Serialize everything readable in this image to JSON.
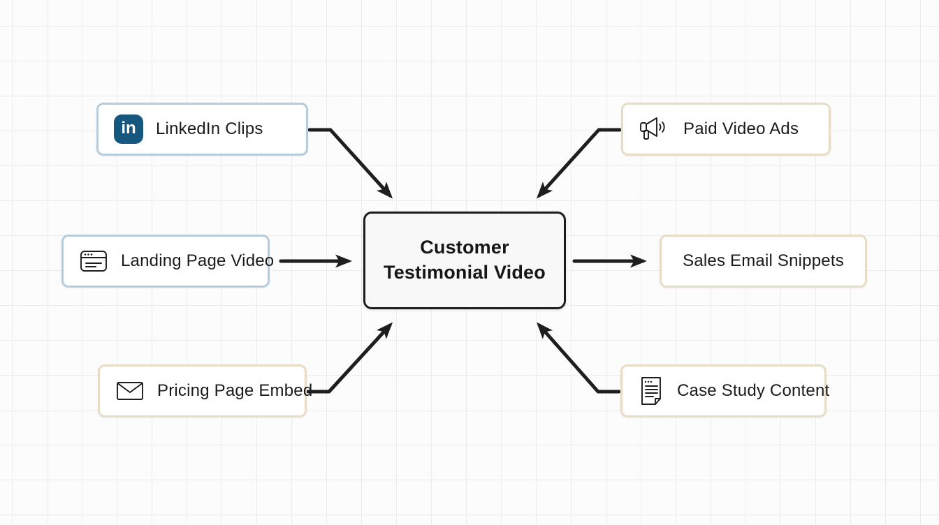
{
  "diagram": {
    "title": "Customer Testimonial Video distribution map",
    "center_node": {
      "label_line1": "Customer",
      "label_line2": "Testimonial Video"
    },
    "nodes": [
      {
        "id": "linkedin-clips",
        "label": "LinkedIn Clips",
        "icon": "linkedin-icon",
        "accent": "#b6cbdc",
        "position": "top-left",
        "arrow": "to-center"
      },
      {
        "id": "paid-video-ads",
        "label": "Paid Video Ads",
        "icon": "megaphone-icon",
        "accent": "#e7dcc6",
        "position": "top-right",
        "arrow": "to-center"
      },
      {
        "id": "landing-page-video",
        "label": "Landing Page Video",
        "icon": "browser-window-icon",
        "accent": "#b6cbdc",
        "position": "middle-left",
        "arrow": "to-center"
      },
      {
        "id": "sales-email-snippets",
        "label": "Sales Email Snippets",
        "icon": "none",
        "accent": "#e7dcc6",
        "position": "middle-right",
        "arrow": "from-center"
      },
      {
        "id": "pricing-page-embed",
        "label": "Pricing Page Embed",
        "icon": "envelope-icon",
        "accent": "#e7dcc6",
        "position": "bottom-left",
        "arrow": "to-center"
      },
      {
        "id": "case-study-content",
        "label": "Case Study Content",
        "icon": "document-icon",
        "accent": "#e7dcc6",
        "position": "bottom-right",
        "arrow": "to-center"
      }
    ],
    "icons": {
      "linkedin_badge_text": "in"
    },
    "colors": {
      "arrow": "#1e1e1e",
      "center_border": "#1d1d1d",
      "center_background": "#f8f8f8",
      "blue_border": "#b6cbdc",
      "tan_border": "#e7dcc6",
      "linkedin_blue": "#15577f",
      "grid_line": "#ededed",
      "canvas_background": "#fcfcfc"
    }
  }
}
